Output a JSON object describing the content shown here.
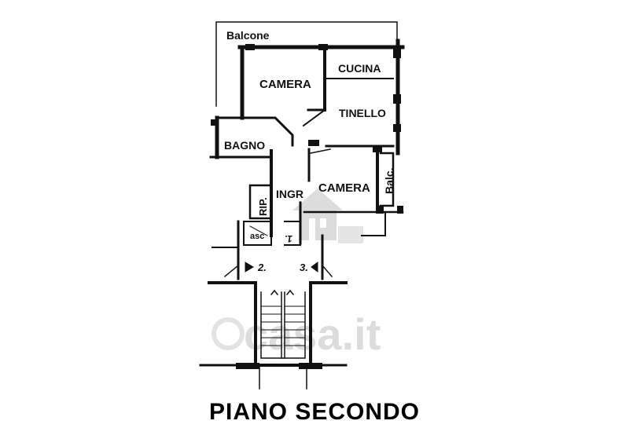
{
  "rooms": {
    "balcone": "Balcone",
    "camera_top": "CAMERA",
    "cucina": "CUCINA",
    "tinello": "TINELLO",
    "bagno": "BAGNO",
    "camera_right": "CAMERA",
    "balc": "Balc.",
    "ingr": "INGR",
    "rip": "RIP.",
    "asc": "asc"
  },
  "markers": {
    "m1": "1.",
    "m2": "2.",
    "m3": "3."
  },
  "watermark": {
    "brand": "casa.it"
  },
  "floor_title": "PIANO SECONDO",
  "colors": {
    "ink": "#111111",
    "watermark": "#d9d9d9"
  }
}
